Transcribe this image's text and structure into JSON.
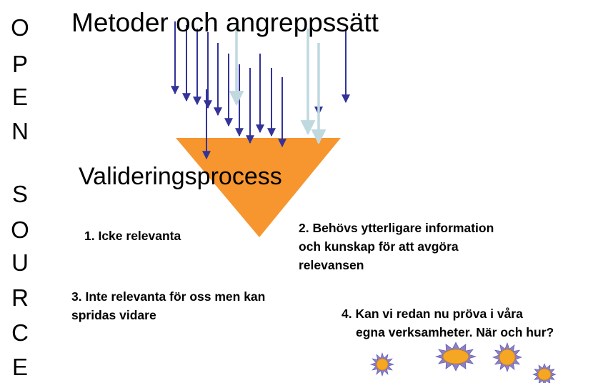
{
  "vertical_text": [
    "O",
    "P",
    "E",
    "N",
    "",
    "S",
    "O",
    "U",
    "R",
    "C",
    "E"
  ],
  "title": "Metoder och angreppssätt",
  "process_label": "Valideringsprocess",
  "statements": [
    {
      "lines": [
        "1. Icke relevanta"
      ]
    },
    {
      "lines": [
        "2. Behövs ytterligare information",
        "och kunskap för att avgöra",
        "relevansen"
      ]
    },
    {
      "lines": [
        "3. Inte relevanta för oss men kan",
        "spridas vidare"
      ]
    },
    {
      "lines": [
        "4.  Kan vi redan nu pröva i våra",
        "egna verksamheter. När och hur?"
      ]
    }
  ],
  "colors": {
    "funnel": "#F7962E",
    "arrow_dark": "#333399",
    "arrow_light": "#BFD9DF",
    "sun_fill": "#F5A623",
    "sun_ray": "#8A80C9"
  },
  "icons": [
    "arrow-icon",
    "sun-icon"
  ]
}
